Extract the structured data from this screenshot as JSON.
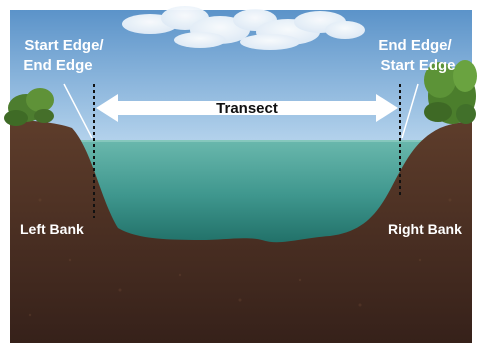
{
  "diagram": {
    "start_edge_label": {
      "line1": "Start Edge/",
      "line2": "End Edge"
    },
    "end_edge_label": {
      "line1": "End Edge/",
      "line2": "Start Edge"
    },
    "transect_label": "Transect",
    "left_bank_label": "Left Bank",
    "right_bank_label": "Right Bank"
  },
  "colors": {
    "sky_top": "#5b93c9",
    "sky_bottom": "#aecde8",
    "water_surface": "#5fb0a6",
    "water_deep": "#1d6f67",
    "soil_top": "#5a3a28",
    "soil_bottom": "#3a2319",
    "label_text": "#ffffff",
    "edge_line": "#111111"
  },
  "icons": {
    "transect_arrow": "double-headed-arrow-icon",
    "left_tree": "tree-icon",
    "right_tree": "tree-icon",
    "clouds": "cloud-icon"
  }
}
